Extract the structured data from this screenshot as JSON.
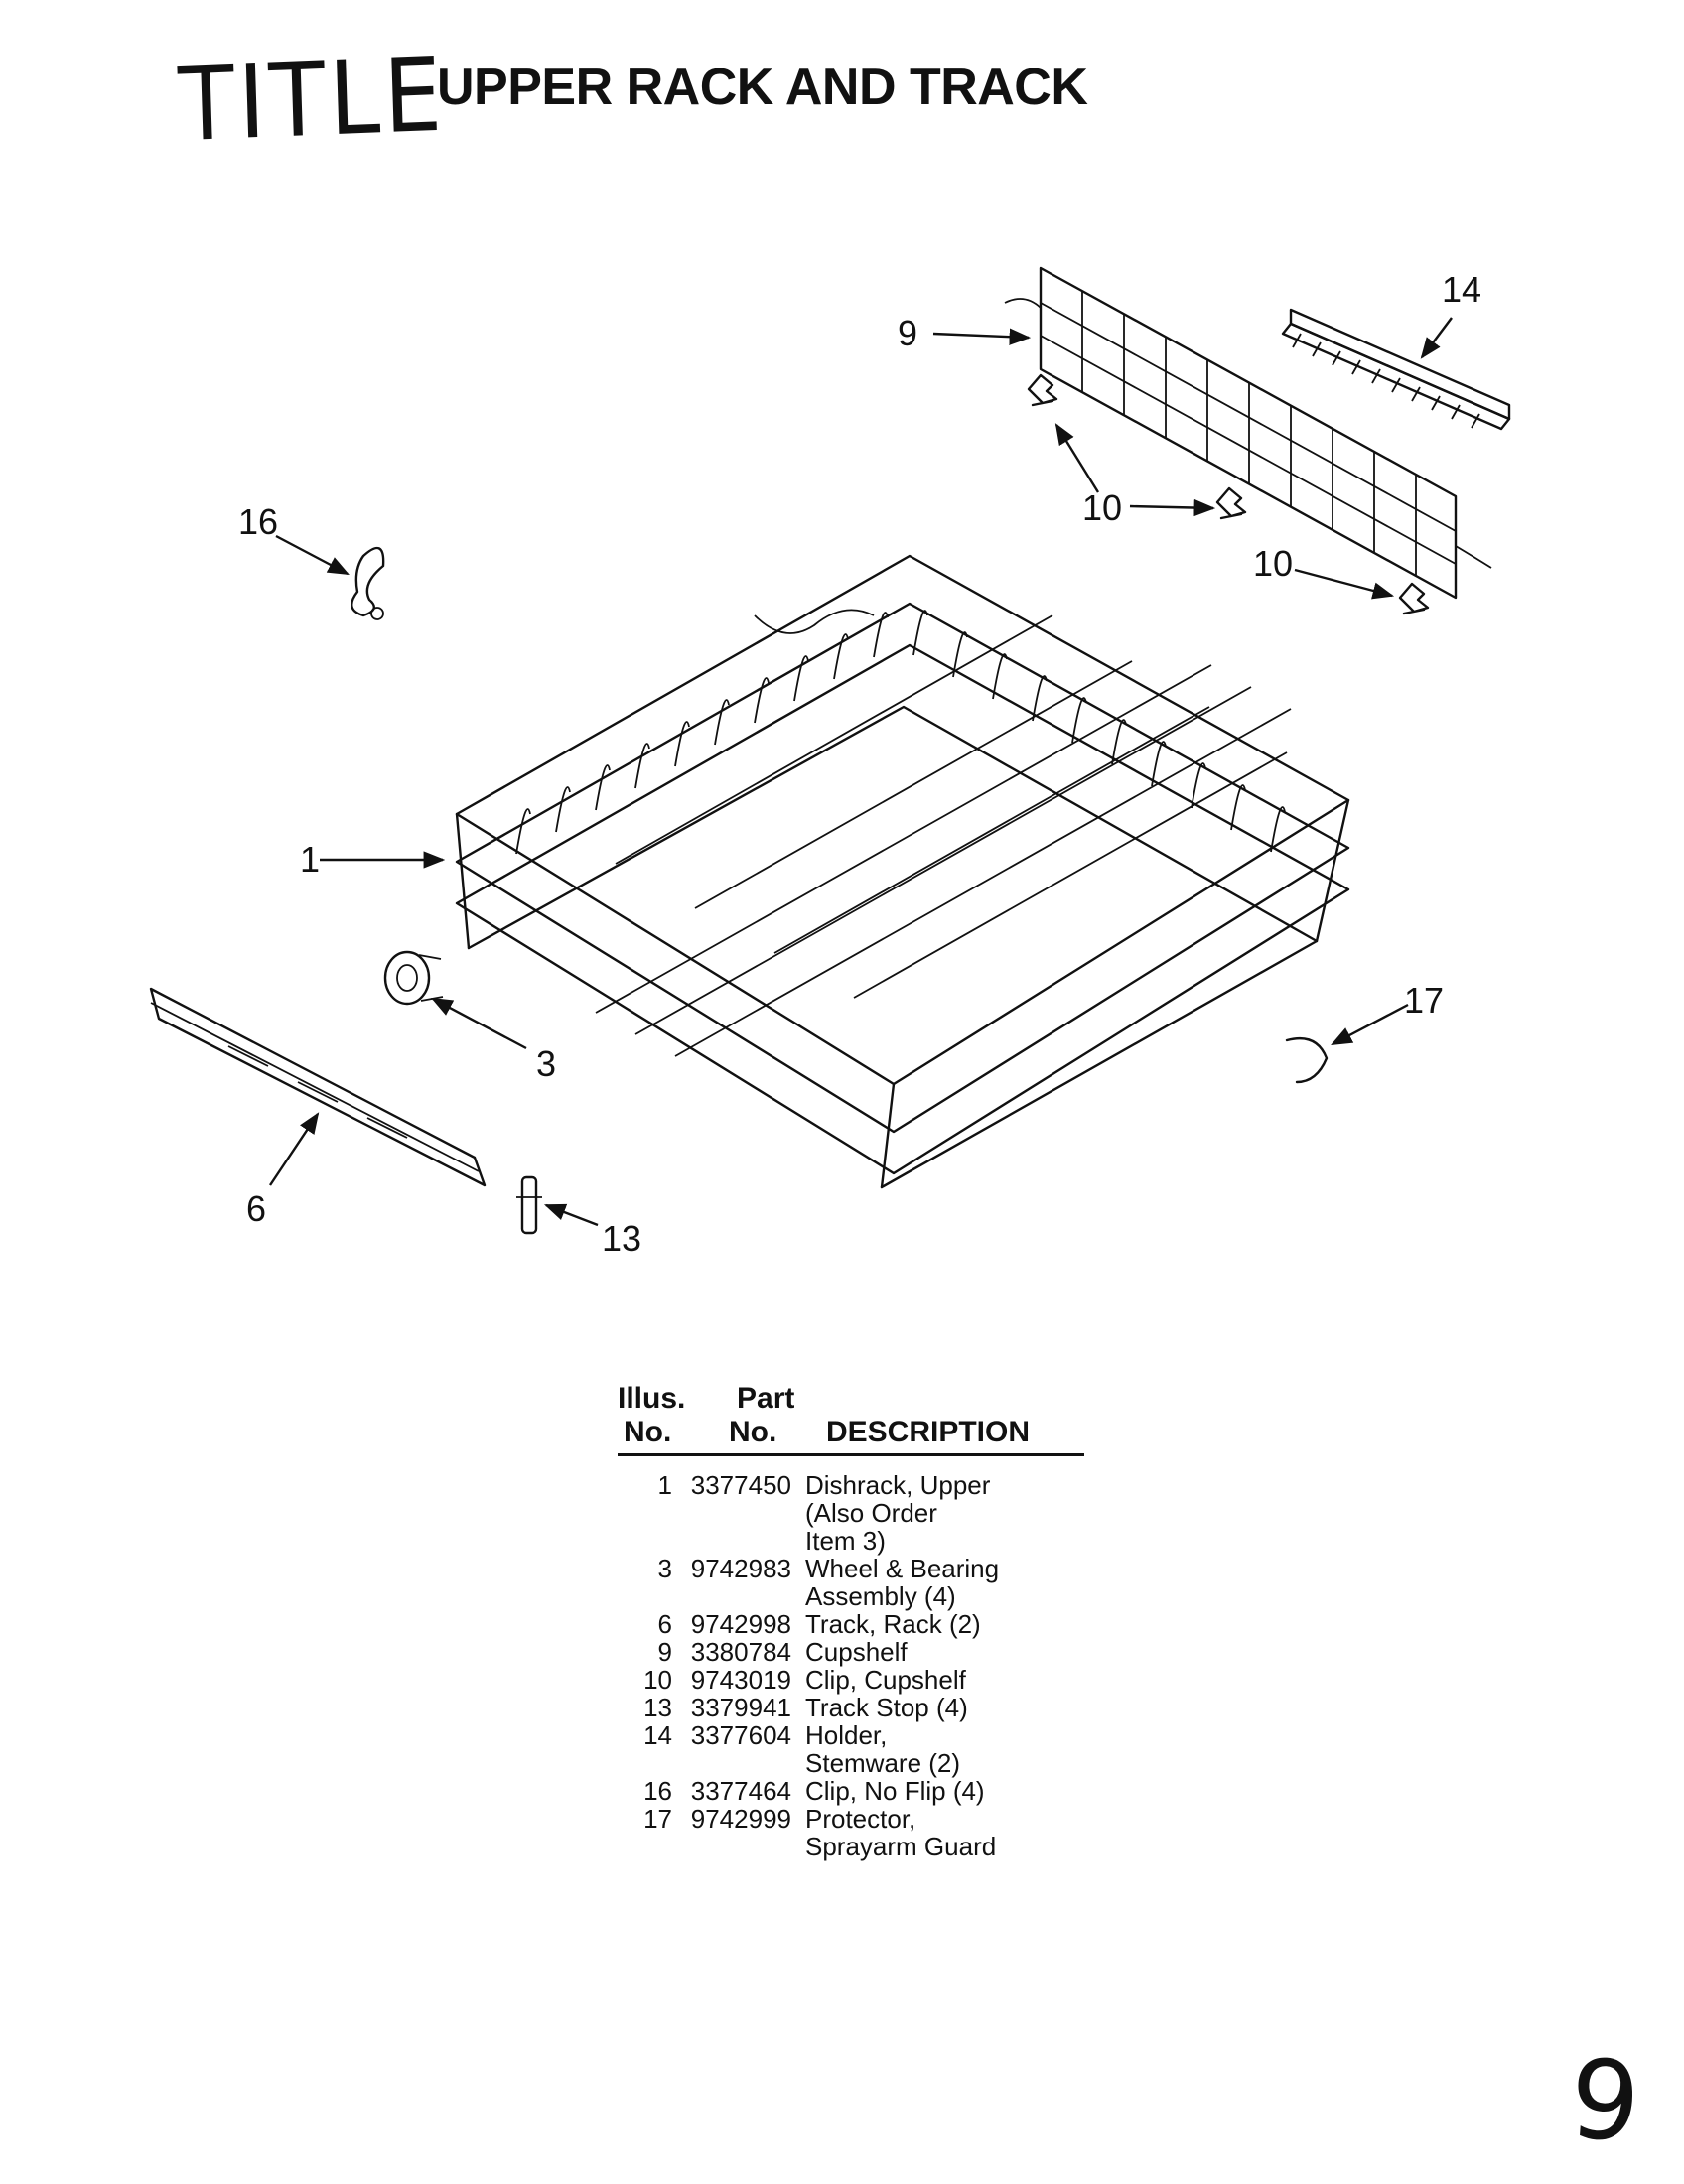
{
  "header": {
    "handwritten_label": "TITLE",
    "title": "UPPER RACK AND TRACK"
  },
  "diagram": {
    "callouts": [
      "1",
      "3",
      "6",
      "9",
      "10",
      "10",
      "13",
      "14",
      "16",
      "17"
    ]
  },
  "parts_table": {
    "headers": {
      "illus_line1": "Illus.",
      "illus_line2": "No.",
      "part_line1": "Part",
      "part_line2": "No.",
      "description": "DESCRIPTION"
    },
    "rows": [
      {
        "no": "1",
        "part": "3377450",
        "desc": [
          "Dishrack, Upper",
          "(Also Order",
          "Item 3)"
        ]
      },
      {
        "no": "3",
        "part": "9742983",
        "desc": [
          "Wheel & Bearing",
          "Assembly (4)"
        ]
      },
      {
        "no": "6",
        "part": "9742998",
        "desc": [
          "Track, Rack (2)"
        ]
      },
      {
        "no": "9",
        "part": "3380784",
        "desc": [
          "Cupshelf"
        ]
      },
      {
        "no": "10",
        "part": "9743019",
        "desc": [
          "Clip, Cupshelf"
        ]
      },
      {
        "no": "13",
        "part": "3379941",
        "desc": [
          "Track Stop (4)"
        ]
      },
      {
        "no": "14",
        "part": "3377604",
        "desc": [
          "Holder,",
          "Stemware (2)"
        ]
      },
      {
        "no": "16",
        "part": "3377464",
        "desc": [
          "Clip, No Flip (4)"
        ]
      },
      {
        "no": "17",
        "part": "9742999",
        "desc": [
          "Protector,",
          "Sprayarm Guard"
        ]
      }
    ]
  },
  "page_number_handwritten": "9"
}
